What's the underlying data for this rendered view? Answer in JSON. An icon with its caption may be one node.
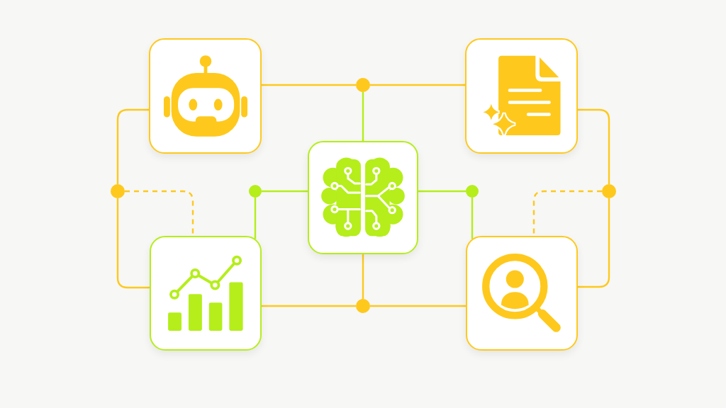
{
  "diagram": {
    "nodes": [
      {
        "text": [],
        "shape": "picture"
      },
      {
        "text": [],
        "shape": "circle"
      },
      {
        "text": [],
        "shape": "picture"
      },
      {
        "text": [],
        "shape": "circle"
      },
      {
        "text": [],
        "shape": "circle"
      },
      {
        "text": [],
        "shape": "picture"
      },
      {
        "text": [],
        "shape": "circle"
      },
      {
        "text": [],
        "shape": "circle"
      },
      {
        "text": [],
        "shape": "picture"
      },
      {
        "text": [],
        "shape": "circle"
      },
      {
        "text": [],
        "shape": "picture"
      }
    ],
    "edges": [
      {
        "from": 0,
        "to": 1,
        "arrow": "none"
      },
      {
        "from": 1,
        "to": 2,
        "arrow": "none"
      },
      {
        "from": 1,
        "to": 5,
        "arrow": "none",
        "color": "#b5ee1a"
      },
      {
        "from": 0,
        "to": 3,
        "arrow": "none"
      },
      {
        "from": 3,
        "to": 8,
        "arrow": "none"
      },
      {
        "from": 3,
        "to": 8,
        "arrow": "none",
        "style": "dashed"
      },
      {
        "from": 5,
        "to": 4,
        "arrow": "none",
        "color": "#b5ee1a"
      },
      {
        "from": 4,
        "to": 8,
        "arrow": "none",
        "color": "#b5ee1a"
      },
      {
        "from": 5,
        "to": 6,
        "arrow": "none",
        "color": "#b5ee1a"
      },
      {
        "from": 6,
        "to": 10,
        "arrow": "none",
        "color": "#b5ee1a"
      },
      {
        "from": 2,
        "to": 7,
        "arrow": "none"
      },
      {
        "from": 7,
        "to": 10,
        "arrow": "none"
      },
      {
        "from": 7,
        "to": 10,
        "arrow": "none",
        "style": "dashed"
      },
      {
        "from": 8,
        "to": 9,
        "arrow": "none"
      },
      {
        "from": 9,
        "to": 10,
        "arrow": "none"
      },
      {
        "from": 5,
        "to": 9,
        "arrow": "none"
      }
    ]
  }
}
